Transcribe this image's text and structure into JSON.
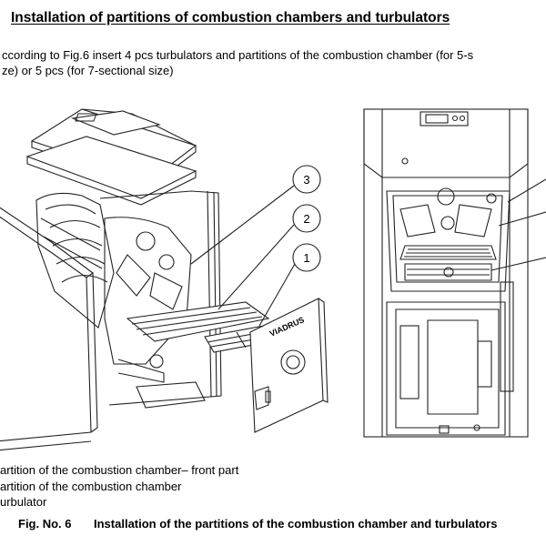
{
  "heading": {
    "number": "",
    "title": "Installation of partitions of combustion chambers and turbulators"
  },
  "intro": {
    "line1": "ccording to Fig.6 insert 4 pcs turbulators and partitions of the combustion chamber (for 5-s",
    "line2": "ze) or 5 pcs (for 7-sectional size)"
  },
  "figure": {
    "callouts": [
      "3",
      "2",
      "1"
    ],
    "brand_label": "VIADRUS"
  },
  "legend": {
    "items": [
      "artition of the combustion chamber– front part",
      "artition of the combustion chamber",
      "urbulator"
    ]
  },
  "caption": {
    "label": "Fig. No. 6",
    "text": "Installation of the partitions of the combustion chamber and turbulators"
  }
}
